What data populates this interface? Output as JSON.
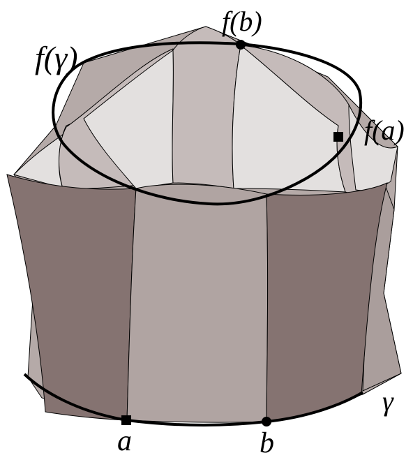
{
  "labels": {
    "f_gamma": "f(γ)",
    "f_b": "f(b)",
    "f_a": "f(a)",
    "gamma": "γ",
    "a": "a",
    "b": "b"
  },
  "colors": {
    "dark_panel": "#857371",
    "mid_panel": "#b0a4a2",
    "light_panel": "#c5bbba",
    "pale_panel": "#e3e0df",
    "outline": "#000000"
  }
}
